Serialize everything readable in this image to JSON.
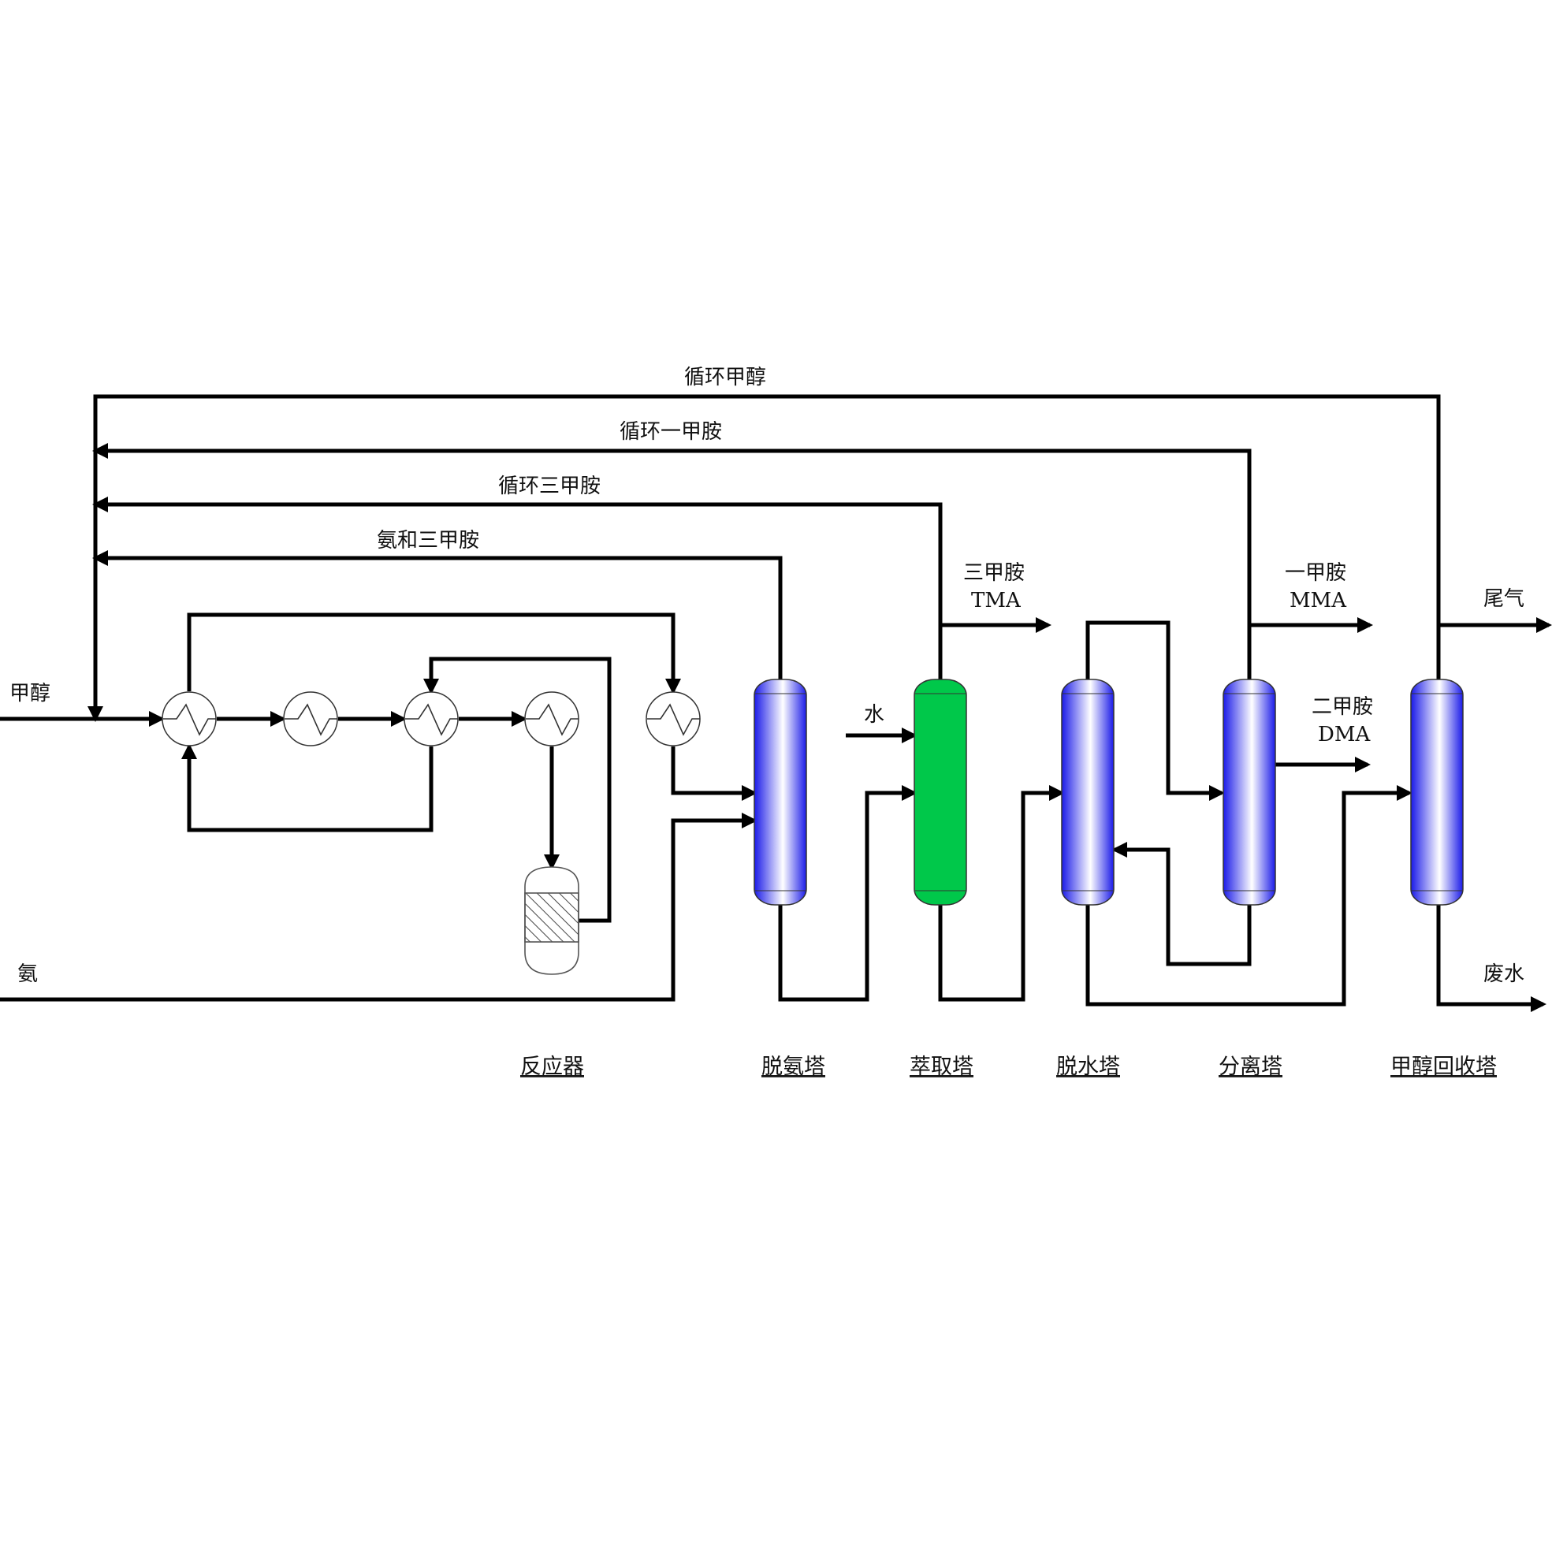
{
  "streams": {
    "recycle_methanol": "循环甲醇",
    "recycle_mma": "循环一甲胺",
    "recycle_tma": "循环三甲胺",
    "ammonia_tma": "氨和三甲胺",
    "methanol_feed": "甲醇",
    "ammonia_feed": "氨",
    "water_feed": "水",
    "tma_cn": "三甲胺",
    "tma_en": "TMA",
    "mma_cn": "一甲胺",
    "mma_en": "MMA",
    "dma_cn": "二甲胺",
    "dma_en": "DMA",
    "tail_gas": "尾气",
    "waste_water": "废水"
  },
  "equipment": {
    "reactor": "反应器",
    "deammonia_tower": "脱氨塔",
    "extraction_tower": "萃取塔",
    "dehydration_tower": "脱水塔",
    "separation_tower": "分离塔",
    "methanol_recovery_tower": "甲醇回收塔"
  },
  "colors": {
    "column_blue": "#2b2be0",
    "column_green": "#00c84a",
    "pipe": "#000000"
  }
}
